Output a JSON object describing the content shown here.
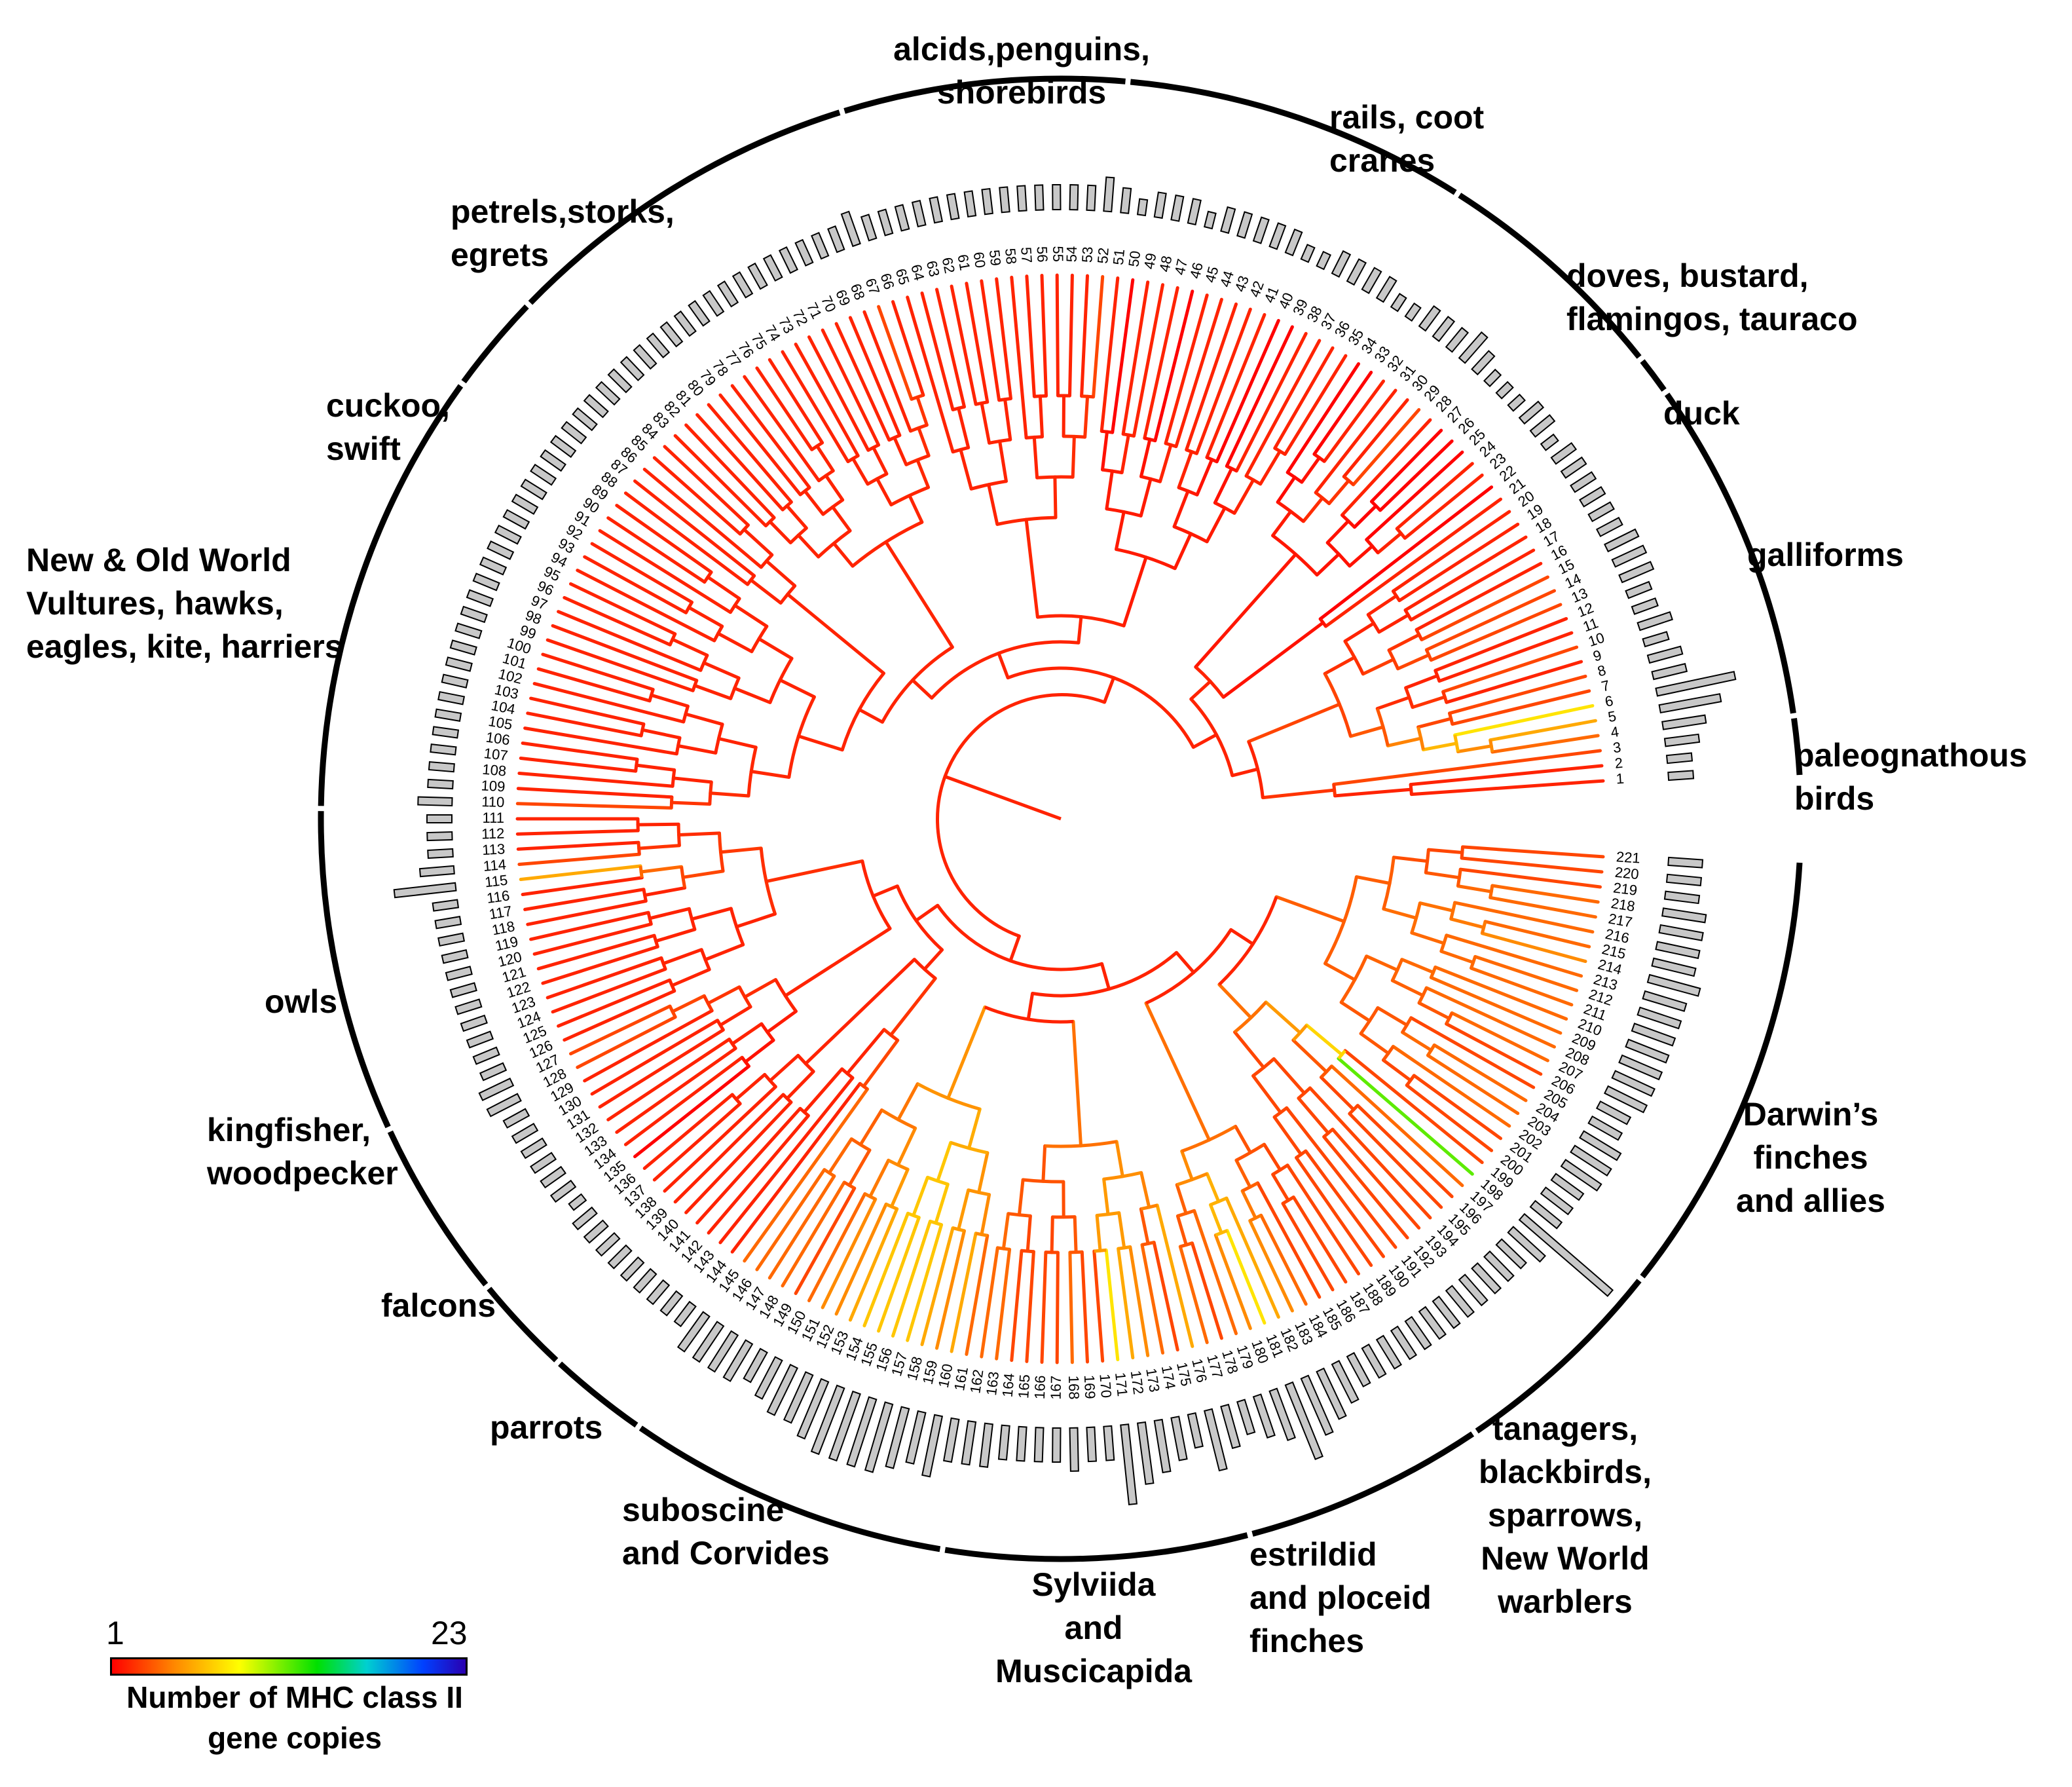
{
  "tips": {
    "first": 1,
    "last": 221
  },
  "clades": [
    {
      "id": "paleognathous",
      "lines": [
        "paleognathous",
        "birds"
      ],
      "start": 1,
      "end": 3
    },
    {
      "id": "galliforms",
      "lines": [
        "galliforms"
      ],
      "start": 4,
      "end": 20
    },
    {
      "id": "duck",
      "lines": [
        "duck"
      ],
      "start": 21,
      "end": 22
    },
    {
      "id": "doves",
      "lines": [
        "doves, bustard,",
        "flamingos, tauraco"
      ],
      "start": 23,
      "end": 34
    },
    {
      "id": "rails",
      "lines": [
        "rails, coot",
        "cranes"
      ],
      "start": 35,
      "end": 51
    },
    {
      "id": "alcids",
      "lines": [
        "alcids,penguins,",
        "shorebirds"
      ],
      "start": 52,
      "end": 65
    },
    {
      "id": "petrels",
      "lines": [
        "petrels,storks,",
        "egrets"
      ],
      "start": 66,
      "end": 83
    },
    {
      "id": "cuckoo",
      "lines": [
        "cuckoo,",
        "swift"
      ],
      "start": 84,
      "end": 88
    },
    {
      "id": "vultures",
      "lines": [
        "New & Old World",
        "Vultures, hawks,",
        "eagles, kite, harriers"
      ],
      "start": 89,
      "end": 110
    },
    {
      "id": "owls",
      "lines": [
        "owls"
      ],
      "start": 111,
      "end": 126
    },
    {
      "id": "kingfisher",
      "lines": [
        "kingfisher,",
        "woodpecker"
      ],
      "start": 127,
      "end": 135
    },
    {
      "id": "falcons",
      "lines": [
        "falcons"
      ],
      "start": 136,
      "end": 140
    },
    {
      "id": "parrots",
      "lines": [
        "parrots"
      ],
      "start": 141,
      "end": 145
    },
    {
      "id": "suboscine",
      "lines": [
        "suboscine",
        "and Corvides"
      ],
      "start": 146,
      "end": 161
    },
    {
      "id": "sylviida",
      "lines": [
        "Sylviida",
        "and",
        "Muscicapida"
      ],
      "start": 162,
      "end": 176
    },
    {
      "id": "estrildid",
      "lines": [
        "estrildid",
        "and ploceid",
        "finches"
      ],
      "start": 177,
      "end": 188
    },
    {
      "id": "tanagers",
      "lines": [
        "tanagers,",
        "blackbirds,",
        "sparrows,",
        "New World",
        "warblers"
      ],
      "start": 189,
      "end": 199
    },
    {
      "id": "darwins",
      "lines": [
        "Darwin’s",
        "finches",
        "and allies"
      ],
      "start": 200,
      "end": 221
    }
  ],
  "gene_copies": [
    2,
    2,
    3,
    4,
    6,
    8,
    3,
    3,
    2,
    3,
    2,
    2,
    3,
    3,
    3,
    2,
    2,
    2,
    2,
    2,
    2,
    1,
    2,
    2,
    1,
    1,
    1,
    2,
    3,
    2,
    2,
    2,
    1,
    1,
    2,
    2,
    2,
    2,
    1,
    1,
    2,
    2,
    2,
    2,
    2,
    1,
    2,
    2,
    2,
    1,
    2,
    3,
    2,
    2,
    2,
    2,
    2,
    2,
    2,
    2,
    2,
    2,
    2,
    2,
    2,
    2,
    3,
    2,
    2,
    2,
    2,
    2,
    2,
    2,
    2,
    2,
    2,
    2,
    2,
    2,
    2,
    2,
    2,
    2,
    2,
    2,
    2,
    2,
    2,
    2,
    2,
    2,
    2,
    2,
    2,
    2,
    2,
    2,
    2,
    2,
    2,
    2,
    2,
    2,
    2,
    2,
    2,
    2,
    2,
    3,
    2,
    2,
    2,
    3,
    6,
    2,
    2,
    2,
    2,
    2,
    2,
    2,
    2,
    2,
    2,
    2,
    3,
    3,
    2,
    2,
    2,
    2,
    2,
    2,
    1,
    2,
    2,
    2,
    2,
    2,
    2,
    2,
    2,
    2,
    4,
    4,
    4,
    4,
    3,
    4,
    5,
    5,
    6,
    7,
    7,
    7,
    7,
    6,
    5,
    6,
    4,
    4,
    4,
    3,
    3,
    3,
    3,
    4,
    3,
    3,
    8,
    6,
    5,
    4,
    3,
    6,
    4,
    3,
    4,
    5,
    8,
    6,
    5,
    4,
    3,
    3,
    3,
    3,
    3,
    3,
    3,
    3,
    3,
    3,
    3,
    3,
    4,
    12,
    3,
    3,
    3,
    4,
    4,
    4,
    3,
    3,
    4,
    4,
    4,
    4,
    4,
    4,
    4,
    5,
    4,
    4,
    4,
    4,
    3,
    3,
    3
  ],
  "legend": {
    "min": "1",
    "max": "23",
    "title_lines": [
      "Number of MHC class II",
      "gene copies"
    ]
  }
}
